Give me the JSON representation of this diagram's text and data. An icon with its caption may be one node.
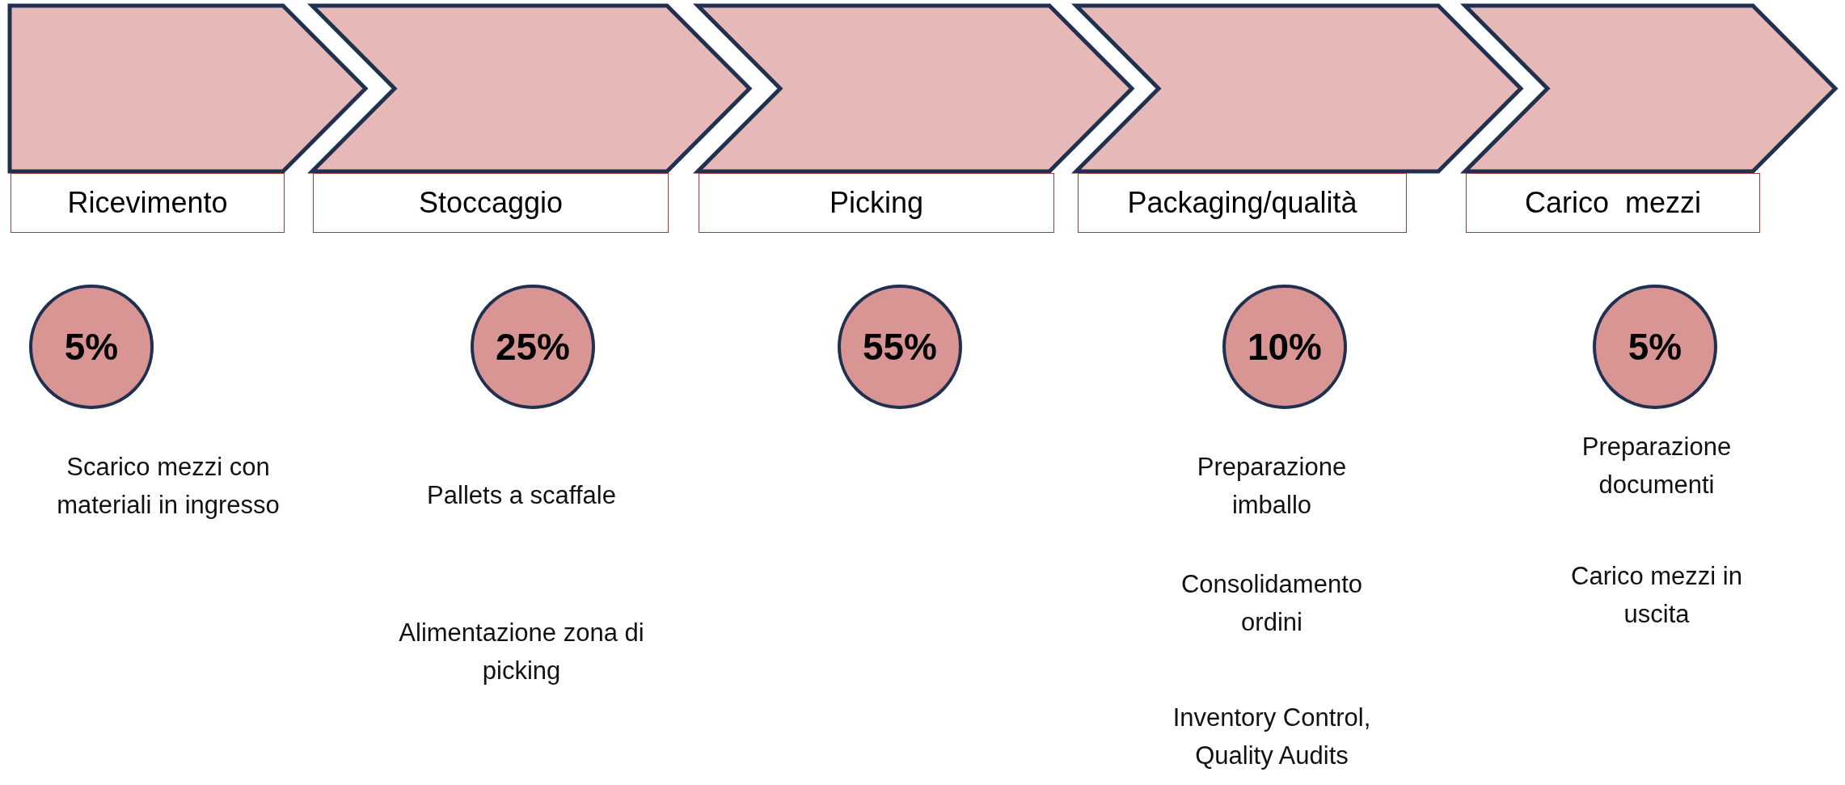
{
  "diagram": {
    "nodes": [
      {
        "text": [],
        "shape": "chevron"
      },
      {
        "text": [],
        "shape": "chevron"
      },
      {
        "text": [],
        "shape": "chevron"
      },
      {
        "text": [],
        "shape": "chevron"
      },
      {
        "text": [],
        "shape": "chevron"
      },
      {
        "text": [
          "Ricevimento"
        ]
      },
      {
        "text": [
          "Stoccaggio"
        ]
      },
      {
        "text": [
          "Picking"
        ]
      },
      {
        "text": [
          "Packaging/qualità"
        ]
      },
      {
        "text": [
          "Carico  mezzi"
        ]
      },
      {
        "text": [
          "5%"
        ]
      },
      {
        "text": [
          "25%"
        ]
      },
      {
        "text": [
          "55%"
        ]
      },
      {
        "text": [
          "10%"
        ]
      },
      {
        "text": [
          "5%"
        ]
      }
    ],
    "labels": [
      "Scarico mezzi con materiali in ingresso",
      "Pallets a scaffale",
      "Alimentazione zona di picking",
      "Preparazione imballo",
      "Consolidamento ordini",
      "Inventory Control, Quality Audits",
      "Preparazione documenti",
      "Carico mezzi in uscita"
    ]
  }
}
